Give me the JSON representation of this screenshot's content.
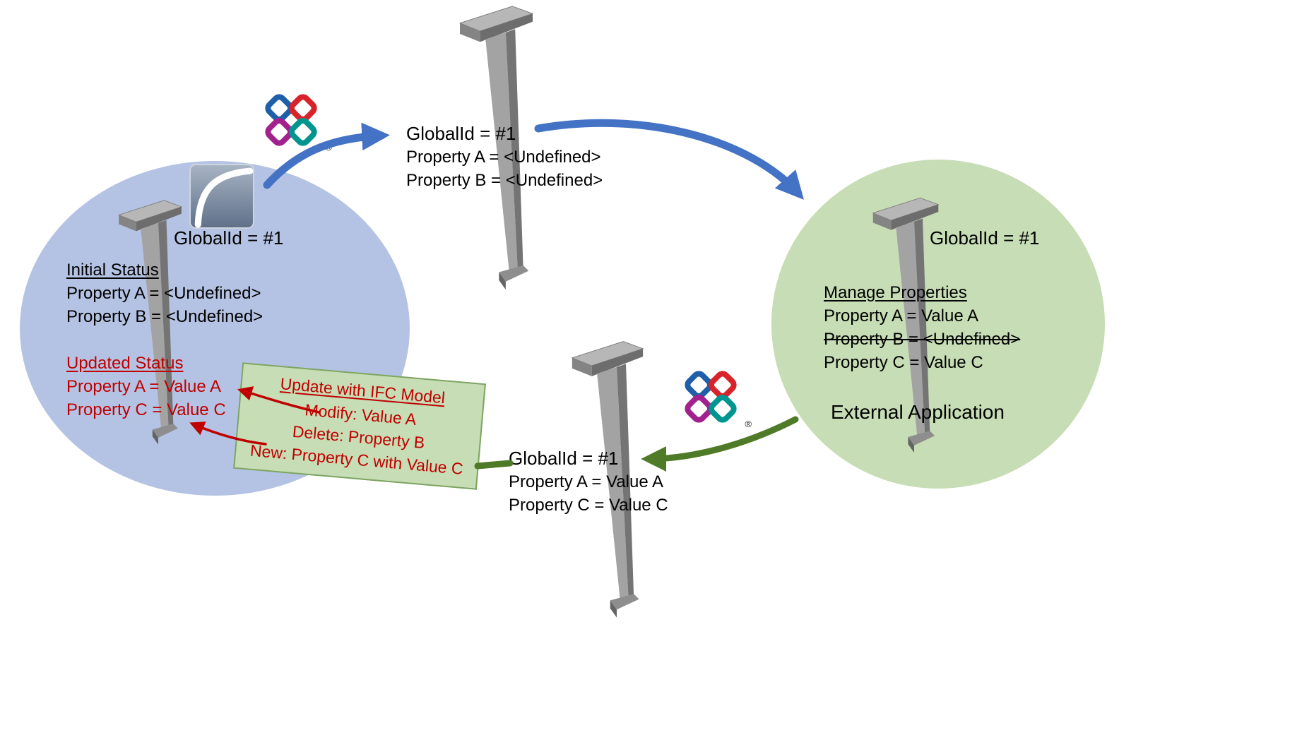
{
  "colors": {
    "blue_circle_fill": "#b4c3e3",
    "green_circle_fill": "#c7ddb5",
    "note_fill": "#c7ddb5",
    "note_border": "#7da462",
    "red_text": "#c00000",
    "blue_arrow": "#4472c4",
    "green_arrow": "#4f7a28"
  },
  "source_app": {
    "global_id": "GlobalId = #1",
    "initial_heading": "Initial Status",
    "initial_prop_a": "Property A = <Undefined>",
    "initial_prop_b": "Property B = <Undefined>",
    "updated_heading": "Updated Status",
    "updated_prop_a": "Property A = Value A",
    "updated_prop_c": "Property C = Value C"
  },
  "export_block": {
    "global_id": "GlobalId = #1",
    "prop_a": "Property A = <Undefined>",
    "prop_b": "Property B = <Undefined>"
  },
  "external_app": {
    "global_id": "GlobalId = #1",
    "heading": "Manage Properties",
    "prop_a": "Property A = Value A",
    "prop_b": "Property B = <Undefined>",
    "prop_c": "Property C = Value C",
    "label": "External Application"
  },
  "import_block": {
    "global_id": "GlobalId = #1",
    "prop_a": "Property A = Value A",
    "prop_c": "Property C = Value C"
  },
  "update_note": {
    "heading": "Update with IFC Model",
    "line_modify": "Modify: Value A",
    "line_delete": "Delete: Property B",
    "line_new": "New: Property C with Value C"
  },
  "ifc_logo": {
    "registered_mark": "®"
  }
}
